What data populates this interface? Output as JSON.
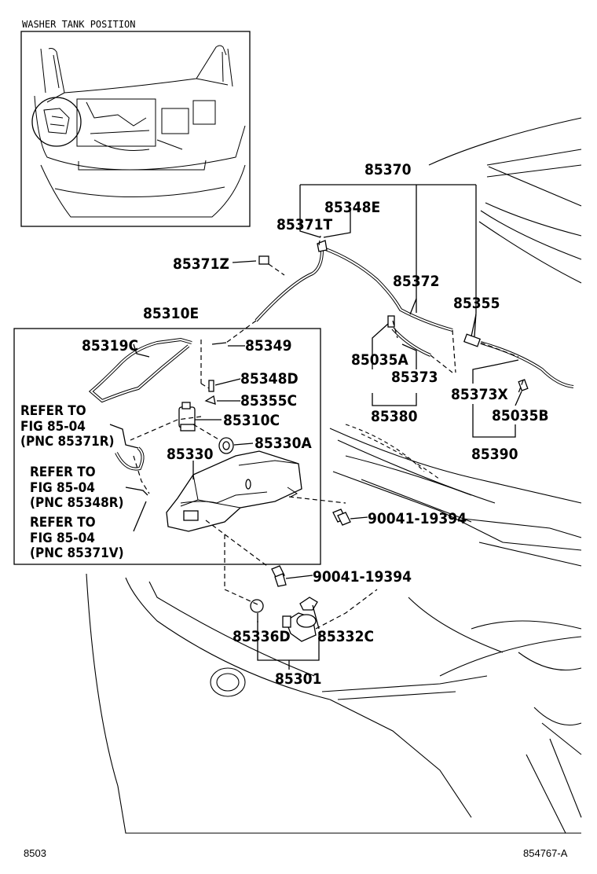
{
  "inset": {
    "title": "WASHER TANK POSITION"
  },
  "labels": {
    "p85370": "85370",
    "p85348E": "85348E",
    "p85371T": "85371T",
    "p85371Z": "85371Z",
    "p85372": "85372",
    "p85355": "85355",
    "p85310E": "85310E",
    "p85319C": "85319C",
    "p85349": "85349",
    "p85348D": "85348D",
    "p85355C": "85355C",
    "p85310C": "85310C",
    "p85330A": "85330A",
    "p85330": "85330",
    "p85035A": "85035A",
    "p85373": "85373",
    "p85380": "85380",
    "p85373X": "85373X",
    "p85035B": "85035B",
    "p85390": "85390",
    "p90041a": "90041-19394",
    "p90041b": "90041-19394",
    "p85336D": "85336D",
    "p85332C": "85332C",
    "p85301": "85301"
  },
  "refs": [
    {
      "line1": "REFER TO",
      "line2": "FIG 85-04",
      "line3": "(PNC 85371R)"
    },
    {
      "line1": "REFER TO",
      "line2": "FIG 85-04",
      "line3": "(PNC 85348R)"
    },
    {
      "line1": "REFER TO",
      "line2": "FIG 85-04",
      "line3": "(PNC 85371V)"
    }
  ],
  "footer": {
    "page": "8503",
    "drawing_id": "854767-A"
  }
}
